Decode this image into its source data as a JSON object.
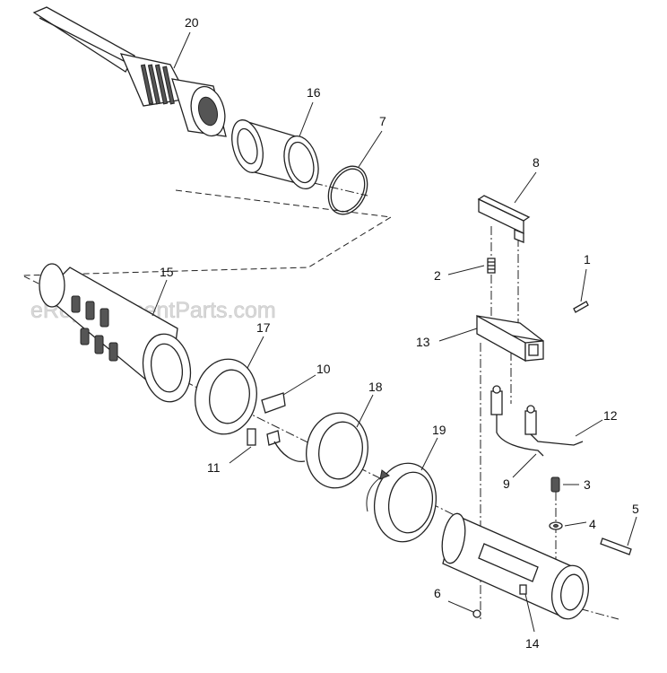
{
  "watermark": "eReplacementParts.com",
  "callouts": {
    "c1": "1",
    "c2": "2",
    "c3": "3",
    "c4": "4",
    "c5": "5",
    "c6": "6",
    "c7": "7",
    "c8": "8",
    "c9": "9",
    "c10": "10",
    "c11": "11",
    "c12": "12",
    "c13": "13",
    "c14": "14",
    "c15": "15",
    "c16": "16",
    "c17": "17",
    "c18": "18",
    "c19": "19",
    "c20": "20"
  }
}
